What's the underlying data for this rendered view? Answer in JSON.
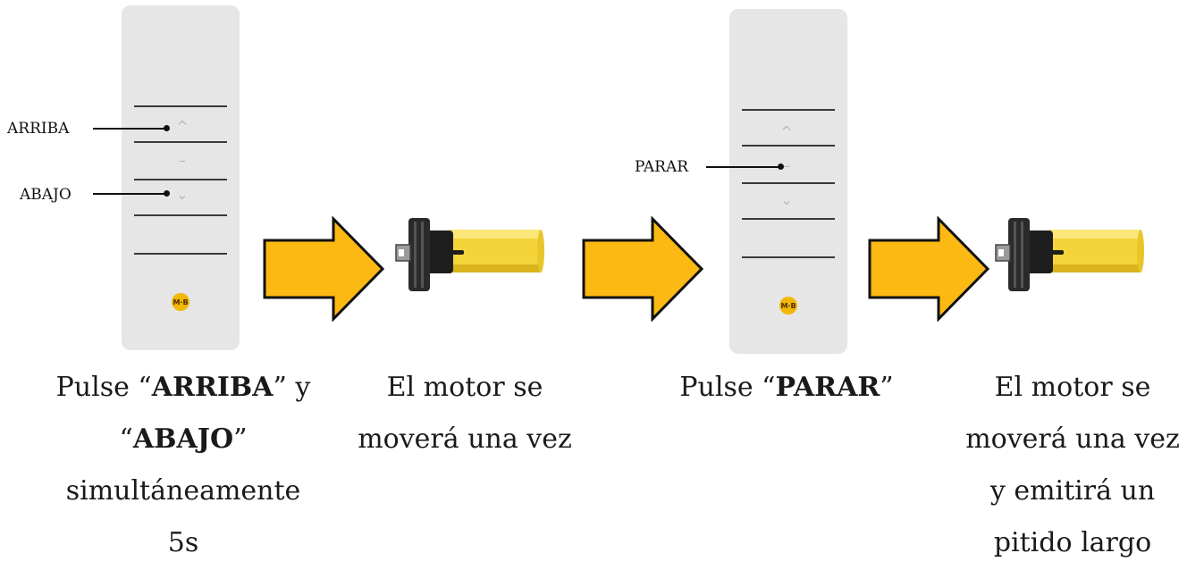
{
  "remote1": {
    "callouts": {
      "up_label": "ARRIBA",
      "down_label": "ABAJO"
    },
    "buttons": {
      "up": "^",
      "stop": "–",
      "down": "⌄"
    },
    "logo": "M·B"
  },
  "remote2": {
    "callouts": {
      "stop_label": "PARAR"
    },
    "buttons": {
      "up": "^",
      "stop": "–",
      "down": "⌄"
    },
    "logo": "M·B"
  },
  "colors": {
    "arrow_fill": "#FDB913",
    "motor_tube": "#F5D43A",
    "remote_body": "#E6E6E6",
    "logo": "#F2B705"
  },
  "steps": [
    {
      "line1_pre": "Pulse “",
      "line1_bold": "ARRIBA",
      "line1_post": "” y",
      "line2_pre": "“",
      "line2_bold": "ABAJO",
      "line2_post": "”",
      "line3": "simultáneamente",
      "line4": "5s"
    },
    {
      "line1": "El motor se",
      "line2": "moverá una vez"
    },
    {
      "line1_pre": "Pulse “",
      "line1_bold": "PARAR",
      "line1_post": "”"
    },
    {
      "line1": "El motor se",
      "line2": "moverá una vez",
      "line3": "y emitirá un",
      "line4": "pitido largo"
    }
  ]
}
